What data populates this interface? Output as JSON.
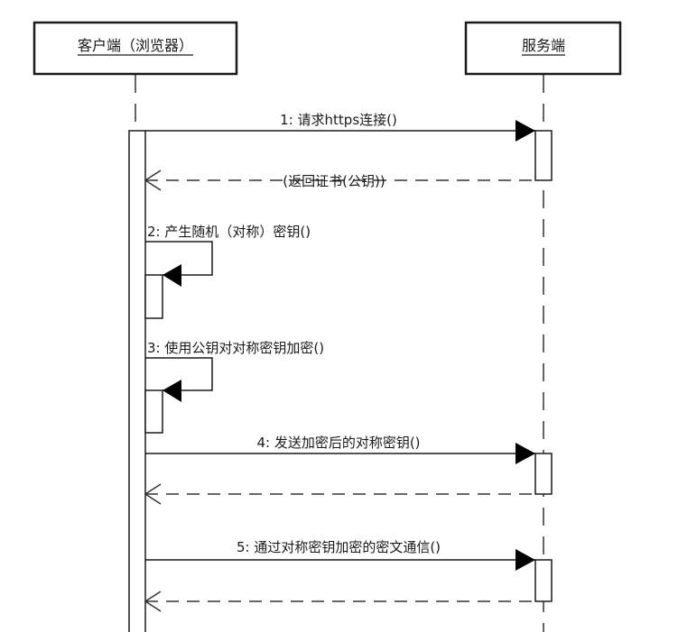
{
  "diagram": {
    "type": "sequence",
    "participants": [
      {
        "id": "client",
        "label": "客户端（浏览器）"
      },
      {
        "id": "server",
        "label": "服务端"
      }
    ],
    "messages": [
      {
        "seq": "1",
        "label": "1: 请求https连接()",
        "from": "client",
        "to": "server",
        "kind": "sync"
      },
      {
        "seq": "1r",
        "label": "(返回证书(公钥))",
        "from": "server",
        "to": "client",
        "kind": "return"
      },
      {
        "seq": "2",
        "label": "2: 产生随机（对称）密钥()",
        "from": "client",
        "to": "client",
        "kind": "self"
      },
      {
        "seq": "3",
        "label": "3: 使用公钥对对称密钥加密()",
        "from": "client",
        "to": "client",
        "kind": "self"
      },
      {
        "seq": "4",
        "label": "4: 发送加密后的对称密钥()",
        "from": "client",
        "to": "server",
        "kind": "sync"
      },
      {
        "seq": "4r",
        "label": "",
        "from": "server",
        "to": "client",
        "kind": "return"
      },
      {
        "seq": "5",
        "label": "5: 通过对称密钥加密的密文通信()",
        "from": "client",
        "to": "server",
        "kind": "sync"
      },
      {
        "seq": "5r",
        "label": "",
        "from": "server",
        "to": "client",
        "kind": "return"
      }
    ],
    "colors": {
      "line": "#1a1a1a",
      "background": "#ffffff"
    }
  }
}
